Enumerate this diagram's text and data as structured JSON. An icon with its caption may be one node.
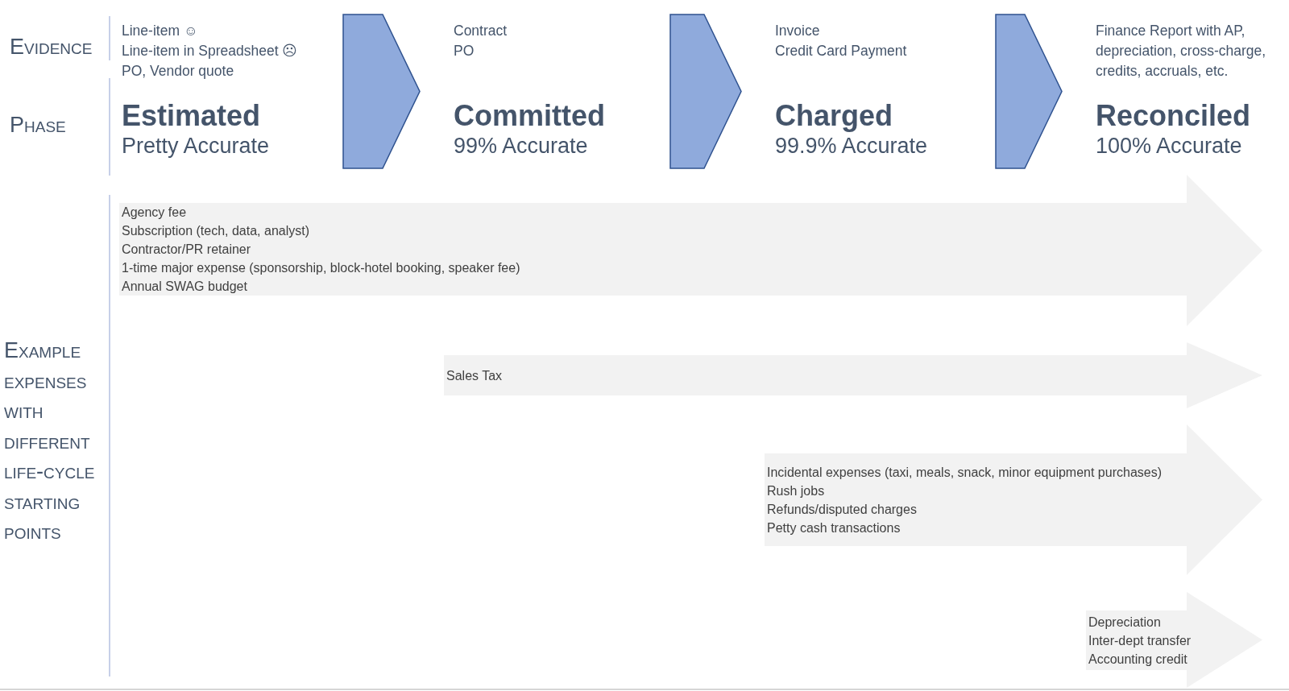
{
  "diagram": {
    "nodes": [
      {
        "text": [
          "Line-item ☺",
          "Line-item in Spreadsheet ☹",
          "PO, Vendor quote",
          "Estimated",
          "Pretty Accurate"
        ]
      },
      {
        "text": [
          "Contract",
          "PO",
          "Committed",
          "99% Accurate"
        ]
      },
      {
        "text": [
          "Invoice",
          "Credit Card Payment",
          "Charged",
          "99.9% Accurate"
        ]
      },
      {
        "text": [
          "Finance Report with AP, depreciation, cross-charge, credits, accruals, etc.",
          "Reconciled",
          "100% Accurate"
        ]
      },
      {
        "text": [
          "Agency fee",
          "Subscription (tech, data, analyst)",
          "Contractor/PR retainer",
          "1-time major expense (sponsorship, block-hotel booking, speaker fee)",
          "Annual SWAG budget"
        ]
      },
      {
        "text": [
          "Sales Tax"
        ]
      },
      {
        "text": [
          "Incidental expenses (taxi, meals, snack, minor equipment purchases)",
          "Rush jobs",
          "Refunds/disputed charges",
          "Petty cash transactions"
        ]
      },
      {
        "text": [
          "Depreciation",
          "Inter-dept transfer",
          "Accounting credit"
        ]
      }
    ],
    "edges": [
      {
        "from": 0,
        "to": 1,
        "arrow": "to"
      },
      {
        "from": 1,
        "to": 2,
        "arrow": "to"
      },
      {
        "from": 2,
        "to": 3,
        "arrow": "to"
      }
    ],
    "labels": [
      "Evidence",
      "Phase",
      "Example expenses with different life-cycle starting points"
    ]
  }
}
